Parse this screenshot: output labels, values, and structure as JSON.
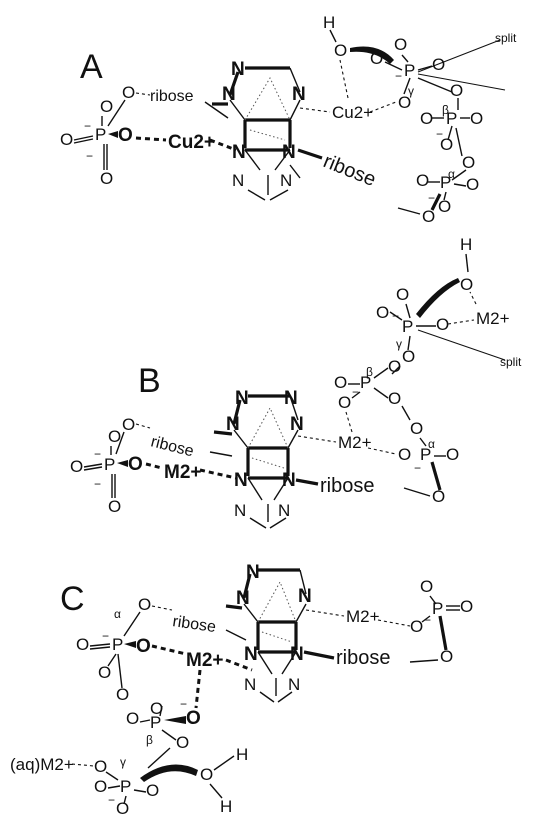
{
  "panels": [
    {
      "letter": "A",
      "metal_left": "Cu2+",
      "metal_mid": "Cu2+",
      "ribose_top": "ribose",
      "ribose_bottom": "ribose",
      "split": "split",
      "alpha": "α",
      "beta": "β",
      "gamma": "γ",
      "water_h": "H"
    },
    {
      "letter": "B",
      "metal_left": "M2+",
      "metal_mid": "M2+",
      "metal_top": "M2+",
      "ribose_top": "ribose",
      "ribose_bottom": "ribose",
      "split": "split",
      "alpha": "α",
      "beta": "β",
      "gamma": "γ",
      "water_h": "H"
    },
    {
      "letter": "C",
      "metal_left": "M2+",
      "metal_mid": "M2+",
      "metal_aq": "(aq)M2+",
      "ribose_top": "ribose",
      "ribose_bottom": "ribose",
      "alpha": "α",
      "beta": "β",
      "gamma": "γ",
      "water_h1": "H",
      "water_h2": "H"
    }
  ],
  "atoms": {
    "N": "N",
    "O": "O",
    "P": "P",
    "minus": "−"
  }
}
